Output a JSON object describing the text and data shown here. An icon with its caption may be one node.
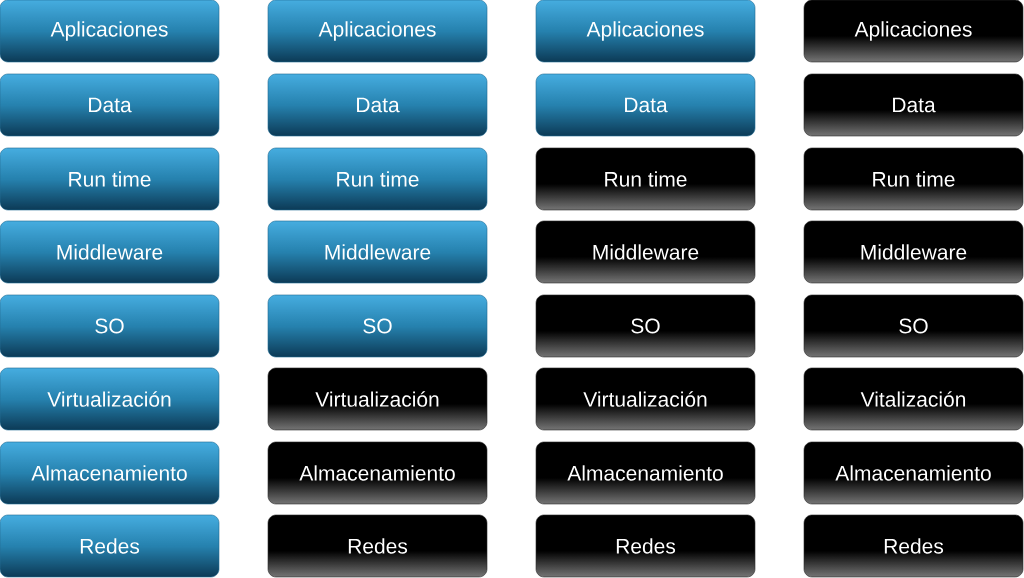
{
  "diagram": {
    "nodes": [
      {
        "text": [
          "Aplicaciones"
        ]
      },
      {
        "text": [
          "Aplicaciones"
        ]
      },
      {
        "text": [
          "Aplicaciones"
        ]
      },
      {
        "text": [
          "Aplicaciones"
        ]
      },
      {
        "text": [
          "Data"
        ]
      },
      {
        "text": [
          "Data"
        ]
      },
      {
        "text": [
          "Data"
        ]
      },
      {
        "text": [
          "Data"
        ]
      },
      {
        "text": [
          "Run time"
        ]
      },
      {
        "text": [
          "Run time"
        ]
      },
      {
        "text": [
          "Run time"
        ]
      },
      {
        "text": [
          "Run time"
        ]
      },
      {
        "text": [
          "Middleware"
        ]
      },
      {
        "text": [
          "Middleware"
        ]
      },
      {
        "text": [
          "Middleware"
        ]
      },
      {
        "text": [
          "Middleware"
        ]
      },
      {
        "text": [
          "SO"
        ]
      },
      {
        "text": [
          "SO"
        ]
      },
      {
        "text": [
          "SO"
        ]
      },
      {
        "text": [
          "SO"
        ]
      },
      {
        "text": [
          "Virtualización"
        ]
      },
      {
        "text": [
          "Virtualización"
        ]
      },
      {
        "text": [
          "Virtualización"
        ]
      },
      {
        "text": [
          "Vitalización"
        ]
      },
      {
        "text": [
          "Almacenamiento"
        ]
      },
      {
        "text": [
          "Almacenamiento"
        ]
      },
      {
        "text": [
          "Almacenamiento"
        ]
      },
      {
        "text": [
          "Almacenamiento"
        ]
      },
      {
        "text": [
          "Redes"
        ]
      },
      {
        "text": [
          "Redes"
        ]
      },
      {
        "text": [
          "Redes"
        ]
      },
      {
        "text": [
          "Redes"
        ]
      }
    ]
  }
}
